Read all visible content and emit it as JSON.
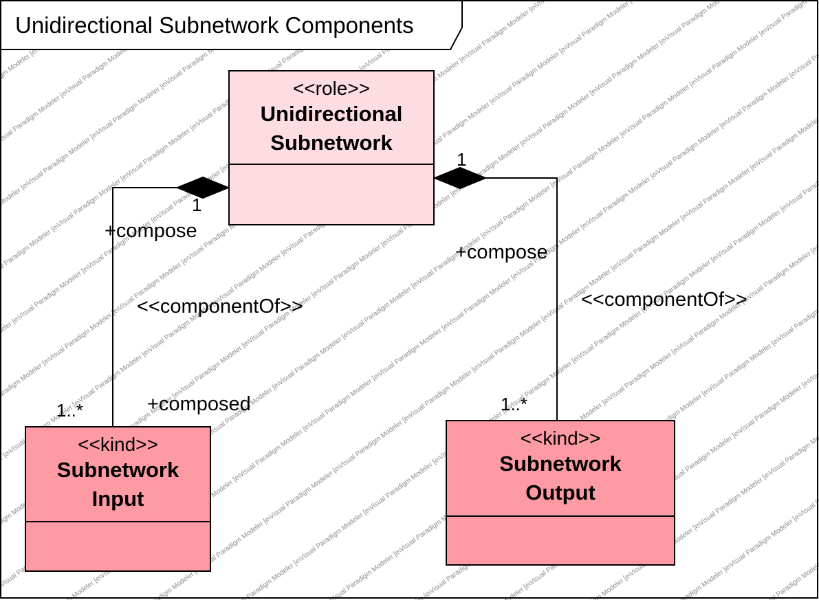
{
  "diagram": {
    "title": "Unidirectional Subnetwork Components",
    "watermark": "Visual Paradigm Modeler [evaluation copy]",
    "colors": {
      "role_fill": "#fddde2",
      "kind_fill": "#fd9aa3",
      "line": "#000000"
    },
    "classes": [
      {
        "id": "unidirectional-subnetwork",
        "stereotype": "<<role>>",
        "name_line1": "Unidirectional",
        "name_line2": "Subnetwork"
      },
      {
        "id": "subnetwork-input",
        "stereotype": "<<kind>>",
        "name_line1": "Subnetwork",
        "name_line2": "Input"
      },
      {
        "id": "subnetwork-output",
        "stereotype": "<<kind>>",
        "name_line1": "Subnetwork",
        "name_line2": "Output"
      }
    ],
    "associations": [
      {
        "stereotype": "<<componentOf>>",
        "whole_role": "+compose",
        "whole_multiplicity": "1",
        "part_role": "+composed",
        "part_multiplicity": "1..*"
      },
      {
        "stereotype": "<<componentOf>>",
        "whole_role": "+compose",
        "whole_multiplicity": "1",
        "part_multiplicity": "1..*"
      }
    ]
  }
}
